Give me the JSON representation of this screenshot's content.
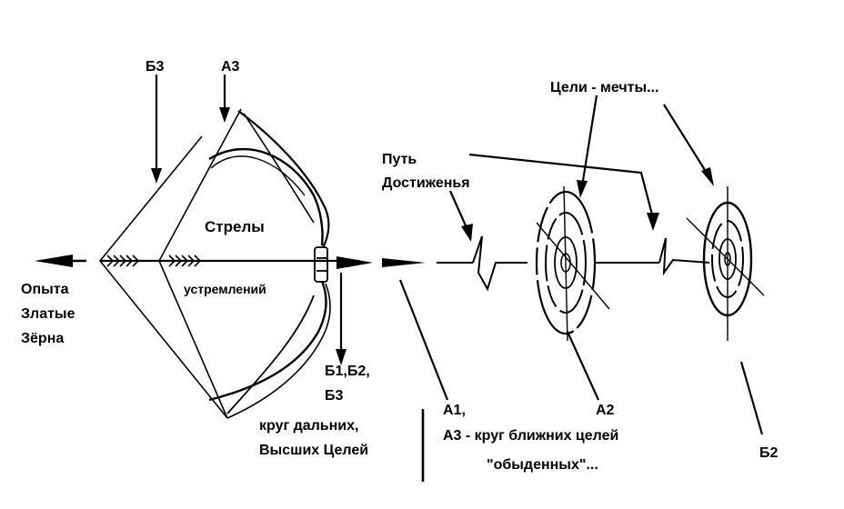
{
  "labels": {
    "b3_top": "Б3",
    "a3_top": "А3",
    "arrows_word": "Стрелы",
    "aspirations_word": "устремлений",
    "experience_line1": "Опыта",
    "experience_line2": "Златые",
    "experience_line3": "Зёрна",
    "path_line1": "Путь",
    "path_line2": "Достиженья",
    "dream_goals": "Цели - мечты...",
    "b_group_line1": "Б1,Б2,",
    "b_group_line2": "Б3",
    "far_circle_line1": "круг дальних,",
    "far_circle_line2": "Высших Целей",
    "a1_label": "А1,",
    "a3_near_circle": "А3 - круг ближних целей",
    "everyday": "\"обыденных\"...",
    "a2_label": "А2",
    "b2_label": "Б2"
  },
  "colors": {
    "ink": "#000000",
    "background": "#ffffff"
  }
}
